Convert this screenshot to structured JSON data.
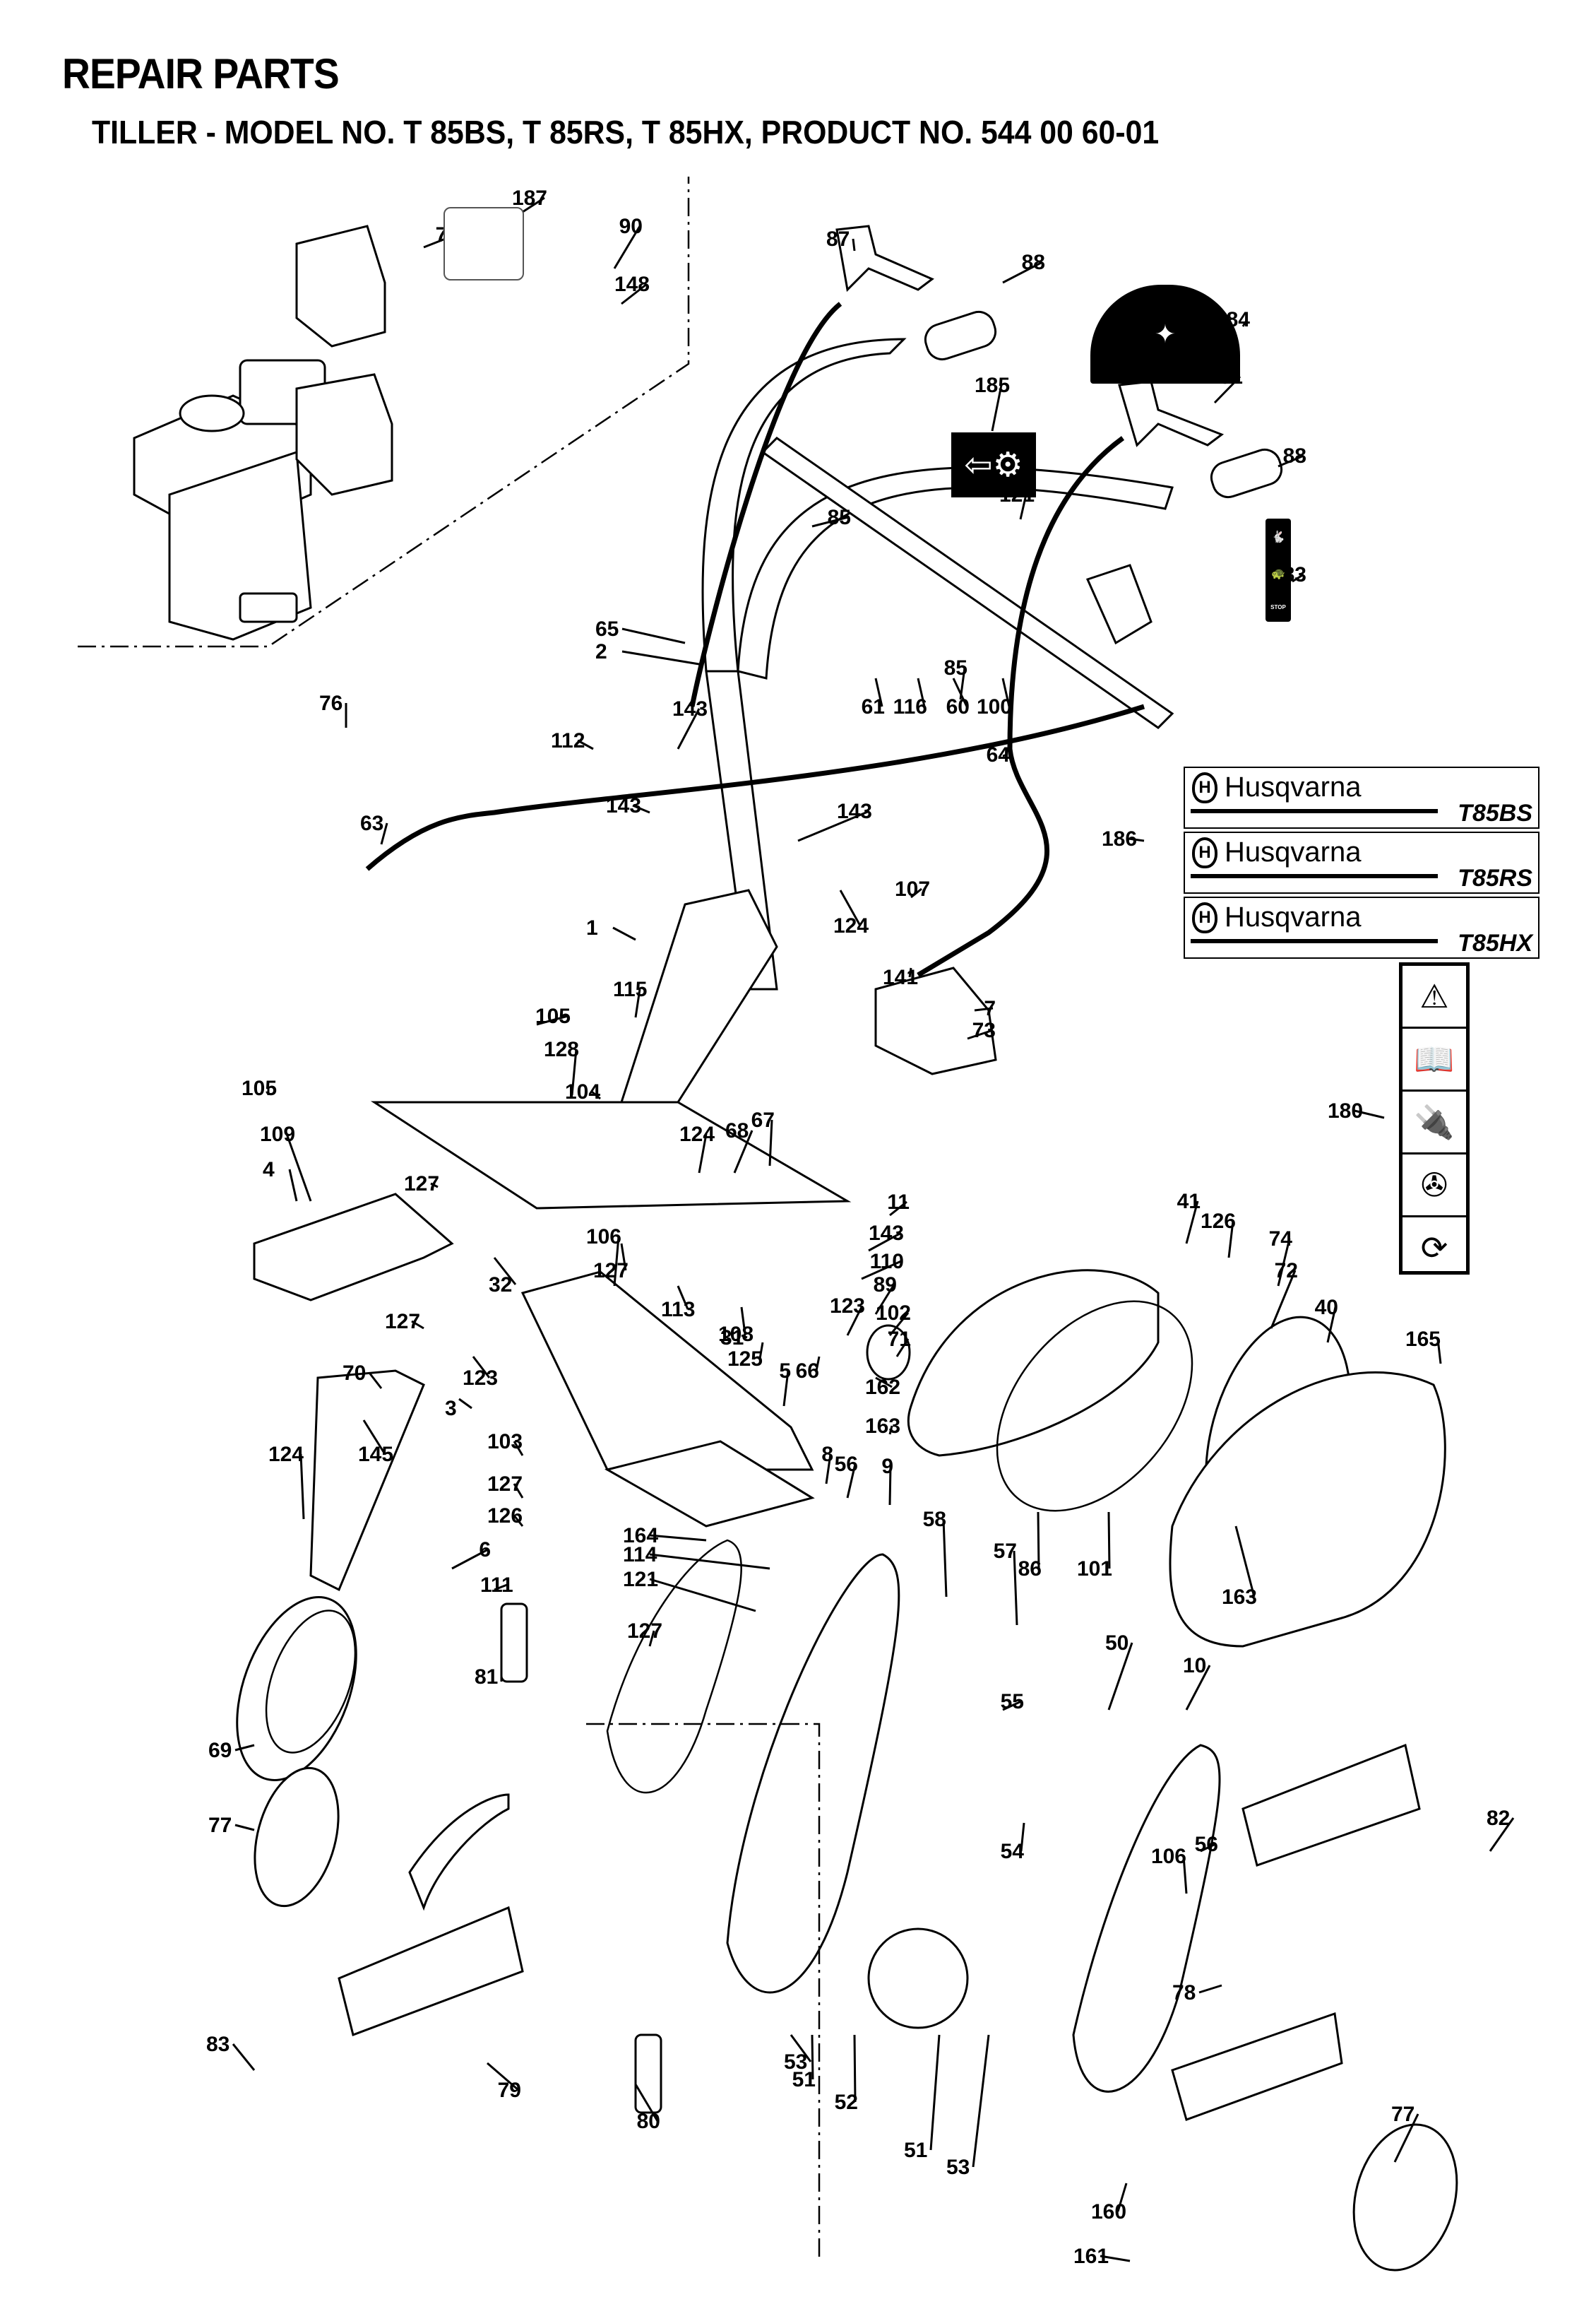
{
  "document": {
    "heading": "REPAIR PARTS",
    "subheading": "TILLER - MODEL NO. T 85BS, T 85RS, T 85HX, PRODUCT NO. 544 00 60-01"
  },
  "decals": {
    "husqvarna": [
      {
        "logo": "H",
        "brand": "Husqvarna",
        "model": "T85BS"
      },
      {
        "logo": "H",
        "brand": "Husqvarna",
        "model": "T85RS"
      },
      {
        "logo": "H",
        "brand": "Husqvarna",
        "model": "T85HX"
      }
    ],
    "safety_180": [
      {
        "icon": "warning-triangle-icon",
        "glyph": "⚠"
      },
      {
        "icon": "read-manual-icon",
        "glyph": "📖"
      },
      {
        "icon": "disconnect-spark-plug-icon",
        "glyph": "🔌"
      },
      {
        "icon": "rotating-tines-foot-icon",
        "glyph": "✇"
      },
      {
        "icon": "engine-stop-icon",
        "glyph": "⟳"
      }
    ],
    "throttle_183": {
      "fast": "🐇",
      "slow": "🐢",
      "stop": "STOP"
    },
    "control_184": {
      "glyph": "✦"
    },
    "direction_185": {
      "glyph": "⇦⚙"
    }
  },
  "callouts": [
    "187",
    "90",
    "76",
    "148",
    "87",
    "88",
    "184",
    "185",
    "91",
    "88",
    "121",
    "85",
    "183",
    "65",
    "2",
    "85",
    "61",
    "116",
    "60",
    "100",
    "76",
    "143",
    "112",
    "143",
    "143",
    "63",
    "64",
    "186",
    "124",
    "107",
    "1",
    "141",
    "7",
    "73",
    "115",
    "105",
    "128",
    "180",
    "105",
    "104",
    "124",
    "67",
    "68",
    "11",
    "109",
    "4",
    "127",
    "106",
    "127",
    "143",
    "110",
    "32",
    "113",
    "108",
    "89",
    "123",
    "102",
    "41",
    "126",
    "74",
    "72",
    "40",
    "165",
    "31",
    "125",
    "66",
    "71",
    "127",
    "123",
    "162",
    "70",
    "3",
    "163",
    "5",
    "8",
    "56",
    "9",
    "103",
    "145",
    "124",
    "127",
    "126",
    "164",
    "114",
    "121",
    "6",
    "111",
    "58",
    "86",
    "101",
    "163",
    "57",
    "127",
    "81",
    "50",
    "10",
    "55",
    "69",
    "77",
    "56",
    "82",
    "54",
    "106",
    "78",
    "83",
    "53",
    "51",
    "52",
    "51",
    "53",
    "79",
    "80",
    "77",
    "160",
    "161"
  ]
}
